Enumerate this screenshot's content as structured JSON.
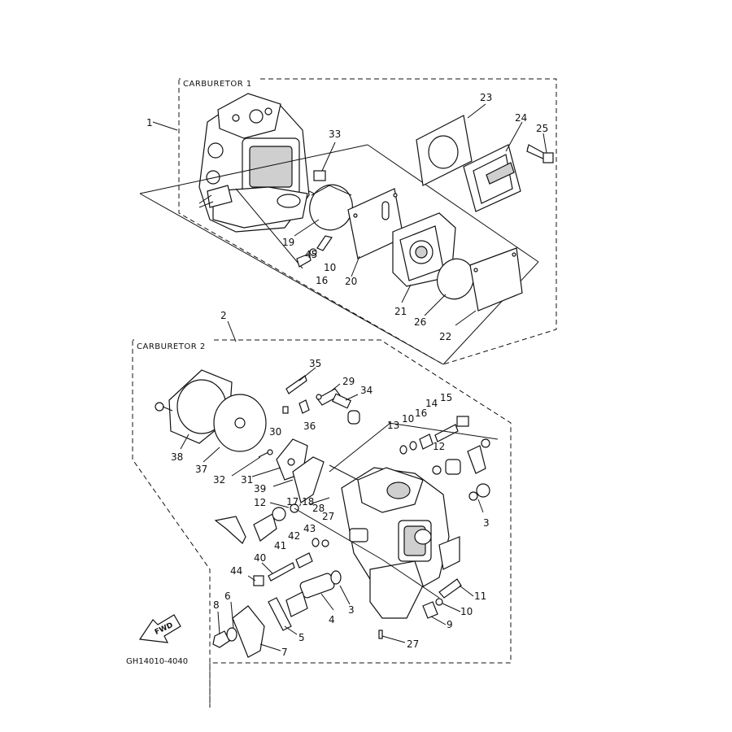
{
  "diagram": {
    "carb1_title": "CARBURETOR 1",
    "carb2_title": "CARBURETOR 2",
    "fwd_label": "FWD",
    "part_code": "GH14010-4040",
    "callouts": [
      {
        "id": "c1",
        "label": "1"
      },
      {
        "id": "c2",
        "label": "2"
      },
      {
        "id": "c33",
        "label": "33"
      },
      {
        "id": "c23",
        "label": "23"
      },
      {
        "id": "c24",
        "label": "24"
      },
      {
        "id": "c25",
        "label": "25"
      },
      {
        "id": "c19",
        "label": "19"
      },
      {
        "id": "c45",
        "label": "45"
      },
      {
        "id": "c10a",
        "label": "10"
      },
      {
        "id": "c16a",
        "label": "16"
      },
      {
        "id": "c20",
        "label": "20"
      },
      {
        "id": "c21",
        "label": "21"
      },
      {
        "id": "c26",
        "label": "26"
      },
      {
        "id": "c22",
        "label": "22"
      },
      {
        "id": "c35",
        "label": "35"
      },
      {
        "id": "c29",
        "label": "29"
      },
      {
        "id": "c34",
        "label": "34"
      },
      {
        "id": "c30",
        "label": "30"
      },
      {
        "id": "c36",
        "label": "36"
      },
      {
        "id": "c38",
        "label": "38"
      },
      {
        "id": "c37",
        "label": "37"
      },
      {
        "id": "c32",
        "label": "32"
      },
      {
        "id": "c31",
        "label": "31"
      },
      {
        "id": "c39",
        "label": "39"
      },
      {
        "id": "c13",
        "label": "13"
      },
      {
        "id": "c10b",
        "label": "10"
      },
      {
        "id": "c16b",
        "label": "16"
      },
      {
        "id": "c14",
        "label": "14"
      },
      {
        "id": "c15",
        "label": "15"
      },
      {
        "id": "c12a",
        "label": "12"
      },
      {
        "id": "c12b",
        "label": "12"
      },
      {
        "id": "c1718",
        "label": "17,18"
      },
      {
        "id": "c28",
        "label": "28"
      },
      {
        "id": "c27a",
        "label": "27"
      },
      {
        "id": "c3a",
        "label": "3"
      },
      {
        "id": "c42",
        "label": "42"
      },
      {
        "id": "c43",
        "label": "43"
      },
      {
        "id": "c41",
        "label": "41"
      },
      {
        "id": "c40",
        "label": "40"
      },
      {
        "id": "c44",
        "label": "44"
      },
      {
        "id": "c6",
        "label": "6"
      },
      {
        "id": "c8",
        "label": "8"
      },
      {
        "id": "c4",
        "label": "4"
      },
      {
        "id": "c3b",
        "label": "3"
      },
      {
        "id": "c5",
        "label": "5"
      },
      {
        "id": "c7",
        "label": "7"
      },
      {
        "id": "c11",
        "label": "11"
      },
      {
        "id": "c10c",
        "label": "10"
      },
      {
        "id": "c9",
        "label": "9"
      },
      {
        "id": "c27b",
        "label": "27"
      }
    ]
  }
}
